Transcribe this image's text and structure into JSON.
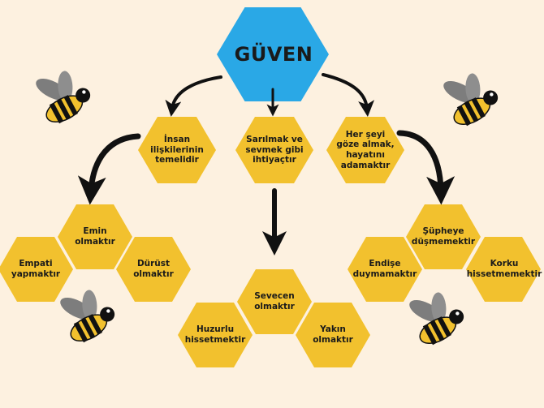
{
  "title": "GÜVEN",
  "colors": {
    "background": "#fdf1e0",
    "title_hex": "#2aa8e6",
    "node_hex": "#f2c12e",
    "arrow": "#111111"
  },
  "level1": [
    {
      "label": "İnsan\nilişkilerinin\ntemelidir"
    },
    {
      "label": "Sarılmak ve\nsevmek gibi\nihtiyaçtır"
    },
    {
      "label": "Her şeyi\ngöze almak,\nhayatını\nadamaktır"
    }
  ],
  "left_cluster": [
    {
      "label": "Emin\nolmaktır"
    },
    {
      "label": "Empati\nyapmaktır"
    },
    {
      "label": "Dürüst\nolmaktır"
    }
  ],
  "middle_cluster": [
    {
      "label": "Sevecen\nolmaktır"
    },
    {
      "label": "Huzurlu\nhissetmektir"
    },
    {
      "label": "Yakın\nolmaktır"
    }
  ],
  "right_cluster": [
    {
      "label": "Şüpheye\ndüşmemektir"
    },
    {
      "label": "Endişe\nduymamaktır"
    },
    {
      "label": "Korku\nhissetmemektir"
    }
  ],
  "icons": [
    "bee-icon",
    "bee-icon",
    "bee-icon",
    "bee-icon"
  ]
}
